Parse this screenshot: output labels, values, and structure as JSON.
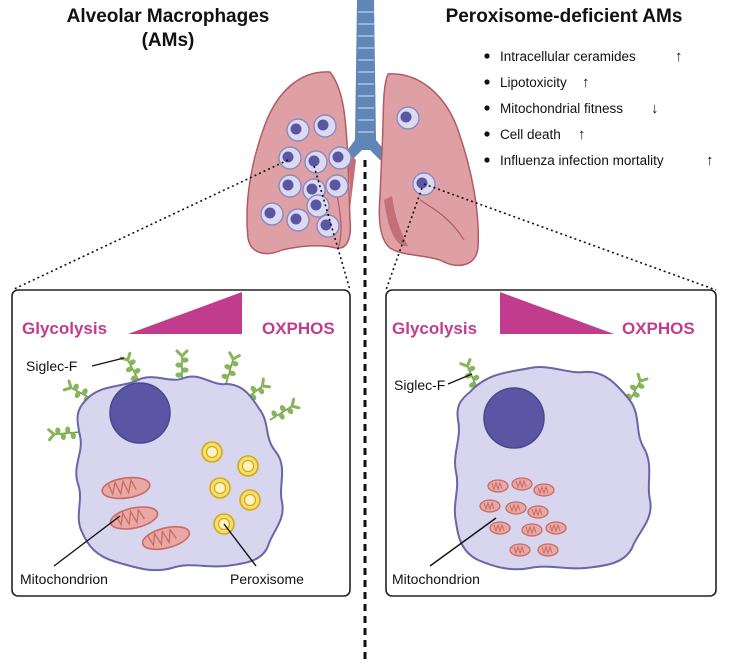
{
  "colors": {
    "lung": "#dea0a5",
    "lung_shade": "#c26f77",
    "lung_edge": "#b35a63",
    "trachea": "#5f86b6",
    "trachea_ring": "#a7c0de",
    "cell_fill": "#d8d5ee",
    "cell_edge": "#6a66a8",
    "nucleus": "#5a56a3",
    "wedge": "#c23c8e",
    "label_pink": "#c23c8e",
    "receptor": "#7dab4f",
    "mito_fill": "#e9a8a1",
    "mito_edge": "#c86a68",
    "peroxisome_fill": "#f4df6a",
    "peroxisome_edge": "#d3a91a"
  },
  "left": {
    "title_line1": "Alveolar Macrophages",
    "title_line2": "(AMs)",
    "glycolysis": "Glycolysis",
    "oxphos": "OXPHOS",
    "siglec": "Siglec-F",
    "mitochondrion": "Mitochondrion",
    "peroxisome": "Peroxisome"
  },
  "right": {
    "title": "Peroxisome-deficient AMs",
    "bullets": [
      {
        "text": "Intracellular ceramides",
        "arrow": "up"
      },
      {
        "text": "Lipotoxicity",
        "arrow": "up"
      },
      {
        "text": "Mitochondrial fitness",
        "arrow": "down"
      },
      {
        "text": "Cell death",
        "arrow": "up"
      },
      {
        "text": "Influenza infection mortality",
        "arrow": "up"
      }
    ],
    "glycolysis": "Glycolysis",
    "oxphos": "OXPHOS",
    "siglec": "Siglec-F",
    "mitochondrion": "Mitochondrion"
  }
}
